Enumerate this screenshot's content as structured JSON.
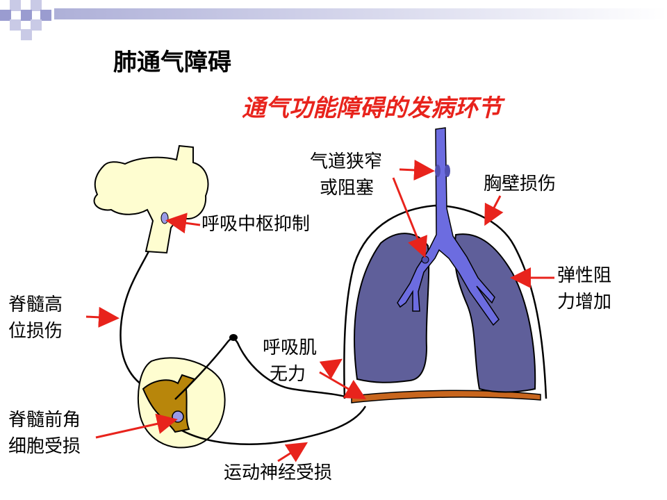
{
  "title": "肺通气障碍",
  "subtitle": "通气功能障碍的发病环节",
  "colors": {
    "arrow": "#e8231c",
    "subtitle": "#e8231c",
    "lung": "#5f5f9a",
    "airway": "#6c6ce0",
    "brain": "#fefdd0",
    "spinal_gray": "#b8860b",
    "diaphragm": "#c8661e"
  },
  "labels": {
    "respiratory_center": "呼吸中枢抑制",
    "airway": [
      "气道狭窄",
      "或阻塞"
    ],
    "chest_wall": "胸壁损伤",
    "elastic_resistance": [
      "弹性阻",
      "力增加"
    ],
    "spinal_cord_high": [
      "脊髓高",
      "位损伤"
    ],
    "respiratory_muscle": [
      "呼吸肌",
      "无力"
    ],
    "anterior_horn": [
      "脊髓前角",
      "细胞受损"
    ],
    "motor_nerve": "运动神经受损"
  }
}
